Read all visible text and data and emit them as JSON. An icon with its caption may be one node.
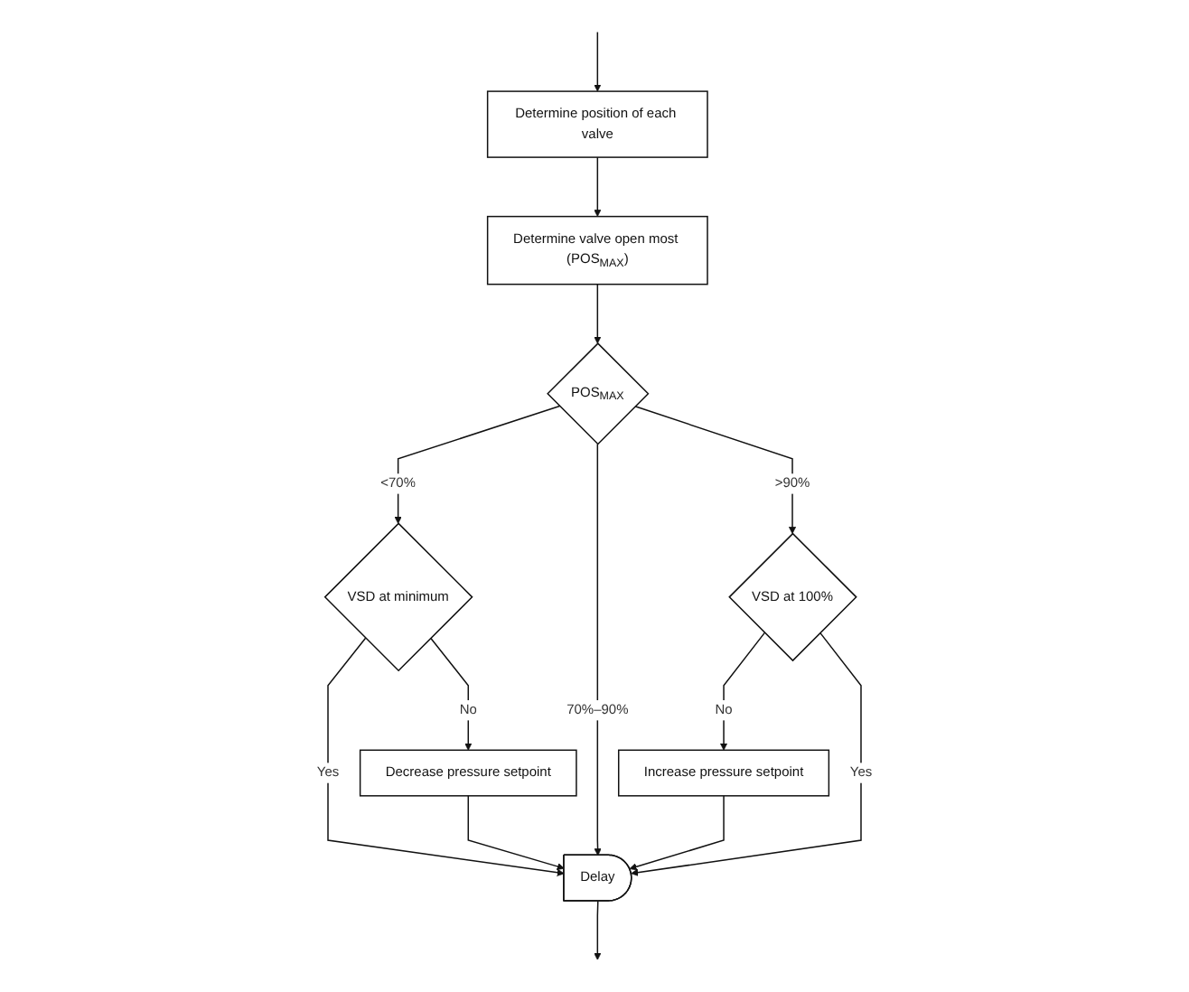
{
  "diagram": {
    "nodes": [
      {
        "text": [
          "Determine position of each valve"
        ]
      },
      {
        "text": [
          "Determine valve open most (POS$_{MAX}$)"
        ]
      },
      {
        "text": [
          "POS$_{MAX}$"
        ]
      },
      {
        "text": [
          "VSD at minimum"
        ]
      },
      {
        "text": [
          "Decrease pressure setpoint"
        ]
      },
      {
        "text": [
          "Increase pressure setpoint"
        ]
      },
      {
        "text": [
          "VSD at 100%"
        ]
      },
      {
        "text": [
          "Delay"
        ]
      }
    ],
    "edges": [
      {
        "from": 0,
        "to": 1,
        "arrow": "to"
      },
      {
        "from": 1,
        "to": 2,
        "arrow": "to"
      },
      {
        "from": 2,
        "to": 3,
        "label": "<70%",
        "arrow": "to"
      },
      {
        "from": 2,
        "to": 6,
        "label": ">90%",
        "arrow": "to"
      },
      {
        "from": 3,
        "to": 4,
        "label": "No",
        "arrow": "to"
      },
      {
        "from": 6,
        "to": 5,
        "label": "No",
        "arrow": "to"
      },
      {
        "from": 3,
        "to": 7,
        "label": "Yes",
        "arrow": "to"
      },
      {
        "from": 4,
        "to": 7,
        "arrow": "to"
      },
      {
        "from": 2,
        "to": 7,
        "label": "70%–90%",
        "arrow": "to"
      },
      {
        "from": 5,
        "to": 7,
        "arrow": "to"
      },
      {
        "from": 6,
        "to": 7,
        "label": "Yes",
        "arrow": "to"
      },
      {
        "from": 7,
        "to": null,
        "arrow": "to"
      },
      {
        "from": null,
        "to": 0,
        "arrow": "to"
      }
    ]
  }
}
